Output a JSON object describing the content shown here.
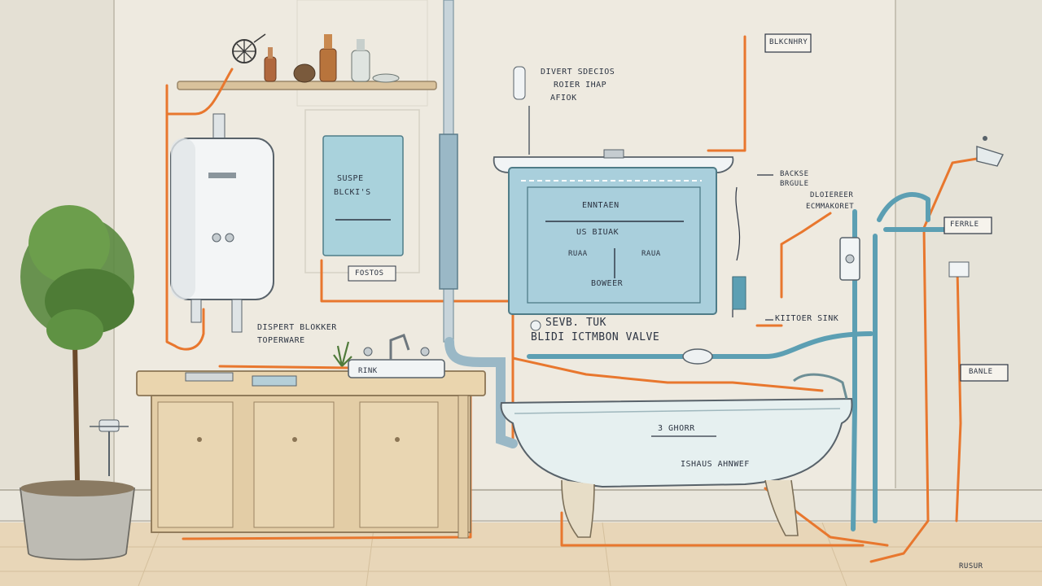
{
  "colors": {
    "wall": "#eeeae0",
    "floor": "#e8d6b8",
    "hot_pipe": "#e8772e",
    "cold_pipe": "#5c9fb3",
    "drain_pipe": "#9ab8c6",
    "ink": "#2c3442",
    "cabinet": "#e3cda6",
    "tank_water": "#a9cfdc"
  },
  "labels": {
    "top_center_1": "DIVERT SDECIOS",
    "top_center_2": "ROIER IHAP",
    "top_center_3": "AFIOK",
    "top_right_tag": "BLKCNHRY",
    "right_upper_1": "BACKSE",
    "right_upper_2": "BRGULE",
    "right_upper_3": "DLOIEREER",
    "right_upper_4": "ECMMAKORET",
    "right_tag_1": "FERRLE",
    "right_tag_2": "BANLE",
    "panel_text_1": "SUSPE",
    "panel_text_2": "BLCKI'S",
    "panel_tag": "FOSTOS",
    "tank_text_1": "ENNTAEN",
    "tank_text_2": "US BIUAK",
    "tank_text_3": "BOWEER",
    "tank_small_1": "RUAA",
    "tank_small_2": "RAUA",
    "heater_label_1": "DISPERT BLOKKER",
    "heater_label_2": "TOPERWARE",
    "valve_label_1": "SEVB. TUK",
    "valve_label_2": "BLIDI ICTMBON VALVE",
    "kitchen_sink": "KIITOER SINK",
    "tub_label_1": "3 GHORR",
    "tub_label_2": "ISHAUS AHNWEF",
    "signature": "RUSUR",
    "sink_tag": "RINK"
  },
  "icons": [
    "water-heater-icon",
    "shelf-bottle-icon",
    "plant-icon",
    "faucet-icon",
    "valve-icon",
    "shower-head-icon",
    "light-switch-icon"
  ]
}
